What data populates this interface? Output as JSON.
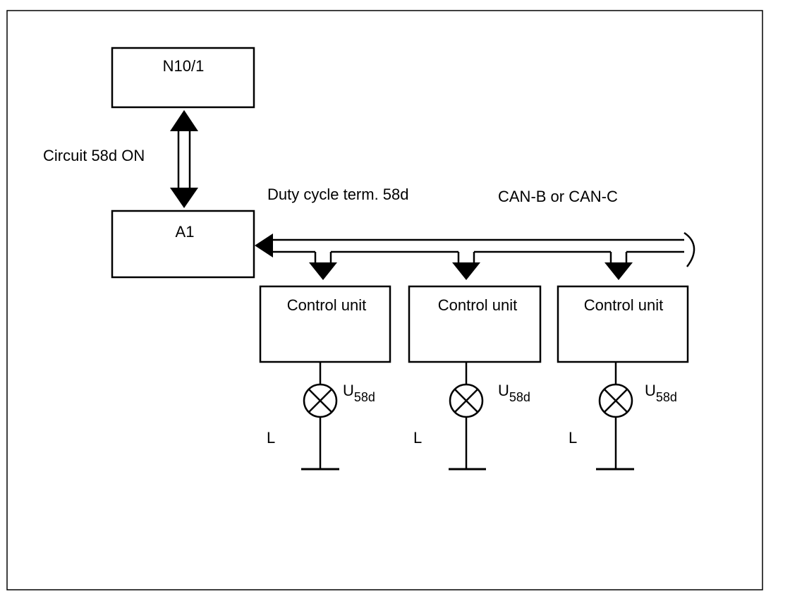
{
  "nodes": {
    "n10_1": "N10/1",
    "a1": "A1",
    "control_unit_1": "Control unit",
    "control_unit_2": "Control unit",
    "control_unit_3": "Control unit"
  },
  "labels": {
    "circuit": "Circuit 58d ON",
    "duty_cycle": "Duty cycle term. 58d",
    "bus": "CAN-B or CAN-C"
  },
  "lamps": [
    {
      "symbol": "U",
      "sub": "58d",
      "ground": "L"
    },
    {
      "symbol": "U",
      "sub": "58d",
      "ground": "L"
    },
    {
      "symbol": "U",
      "sub": "58d",
      "ground": "L"
    }
  ]
}
